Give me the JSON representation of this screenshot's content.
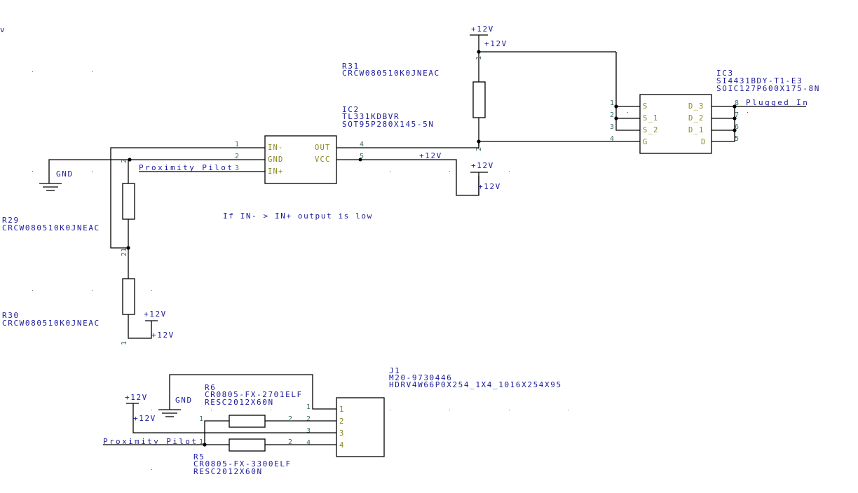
{
  "diagram": {
    "type": "schematic",
    "components": {
      "r31": {
        "ref": "R31",
        "value": "CRCW080510K0JNEAC",
        "pins": [
          "1",
          "2"
        ]
      },
      "ic2": {
        "ref": "IC2",
        "value": "TL331KDBVR",
        "footprint": "SOT95P280X145-5N",
        "pins": [
          {
            "num": "1",
            "name": "IN-"
          },
          {
            "num": "2",
            "name": "GND"
          },
          {
            "num": "3",
            "name": "IN+"
          },
          {
            "num": "4",
            "name": "OUT"
          },
          {
            "num": "5",
            "name": "VCC"
          }
        ]
      },
      "ic3": {
        "ref": "IC3",
        "value": "SI4431BDY-T1-E3",
        "footprint": "SOIC127P600X175-8N",
        "pins": [
          {
            "num": "1",
            "name": "S"
          },
          {
            "num": "2",
            "name": "S_1"
          },
          {
            "num": "3",
            "name": "S_2"
          },
          {
            "num": "4",
            "name": "G"
          },
          {
            "num": "8",
            "name": "D_3"
          },
          {
            "num": "7",
            "name": "D_2"
          },
          {
            "num": "6",
            "name": "D_1"
          },
          {
            "num": "5",
            "name": "D"
          }
        ]
      },
      "r29": {
        "ref": "R29",
        "value": "CRCW080510K0JNEAC",
        "pins": [
          "2",
          "1"
        ]
      },
      "r30": {
        "ref": "R30",
        "value": "CRCW080510K0JNEAC",
        "pins": [
          "2",
          "1"
        ]
      },
      "r6": {
        "ref": "R6",
        "value": "CR0805-FX-2701ELF",
        "footprint": "RESC2012X60N",
        "pins": [
          "1",
          "2"
        ]
      },
      "r5": {
        "ref": "R5",
        "value": "CR0805-FX-3300ELF",
        "footprint": "RESC2012X60N",
        "pins": [
          "1",
          "2"
        ]
      },
      "j1": {
        "ref": "J1",
        "value": "M20-9730446",
        "footprint": "HDRV4W66P0X254_1X4_1016X254X95",
        "pins": [
          "1",
          "2",
          "3",
          "4"
        ],
        "wire_pins": [
          "1",
          "2",
          "3",
          "4"
        ]
      }
    },
    "nets": {
      "v12": "+12V",
      "gnd": "GND",
      "prox": "Proximity Pilot",
      "plugged": "Plugged In"
    },
    "note": "If IN- > IN+ output is low",
    "edge_fragment": "v"
  }
}
